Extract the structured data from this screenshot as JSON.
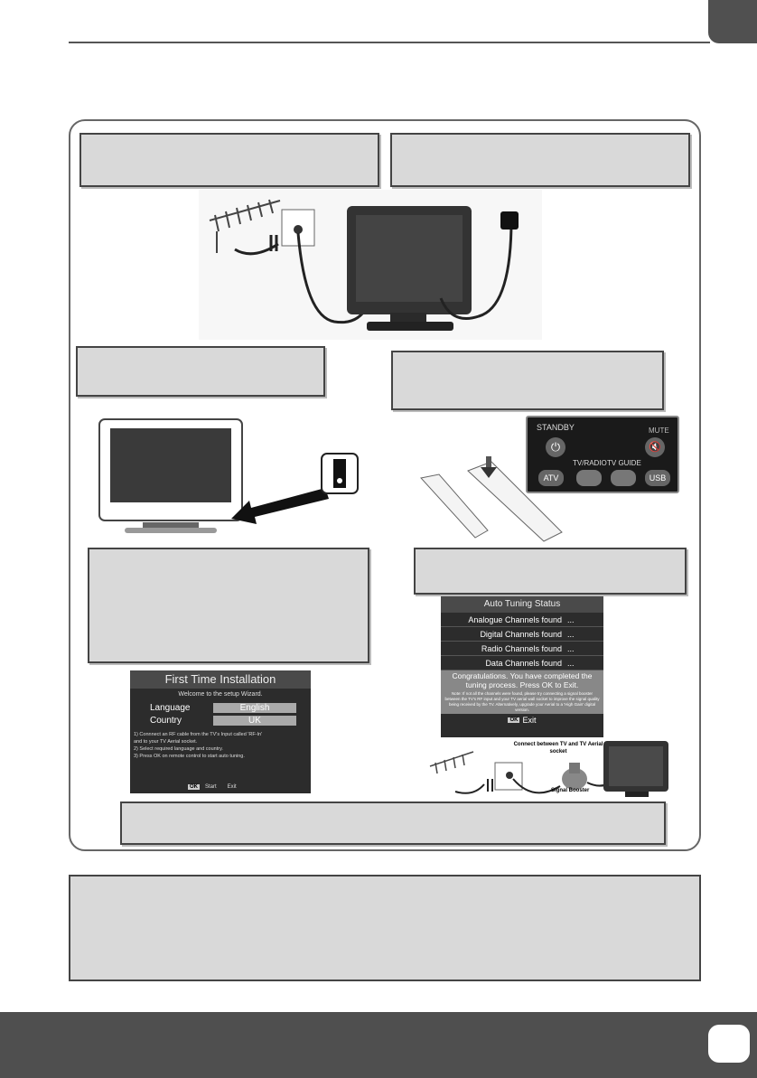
{
  "install_wizard": {
    "title": "First Time Installation",
    "welcome": "Welcome to the setup Wizard.",
    "language_label": "Language",
    "language_value": "English",
    "country_label": "Country",
    "country_value": "UK",
    "step1a": "1) Connnect an RF cable from the TV's Input called 'RF-In'",
    "step1b": "and to your TV Aerial socket.",
    "step2": "2) Select required language and country.",
    "step3": "3) Press OK on remote control to start auto tuning.",
    "ok_key": "OK",
    "start_label": "Start",
    "exit_label": "Exit"
  },
  "tuning_status": {
    "title": "Auto Tuning Status",
    "rows": [
      {
        "label": "Analogue  Channels found",
        "value": "..."
      },
      {
        "label": "Digital Channels found",
        "value": "..."
      },
      {
        "label": "Radio Channels found",
        "value": "..."
      },
      {
        "label": "Data Channels found",
        "value": "..."
      }
    ],
    "congrats": "Congratulations. You have completed the tuning process. Press OK to Exit.",
    "note": "Note: If not all the channels were found, please try connecting a signal booster between the TV's RF input and your TV aerial wall socket to improve the signal quality being received by the TV. Alternatively, upgrade your Aerial to a 'High Gain' digital version.",
    "ok_key": "OK",
    "exit_label": "Exit"
  },
  "remote": {
    "standby": "STANDBY",
    "mute": "MUTE",
    "tv_radio": "TV/RADIO",
    "tv_guide": "TV GUIDE",
    "atv": "ATV",
    "usb": "USB"
  },
  "booster_diagram": {
    "connect_label": "Connect between TV and TV Aerial socket",
    "booster_label": "Signal Booster"
  }
}
